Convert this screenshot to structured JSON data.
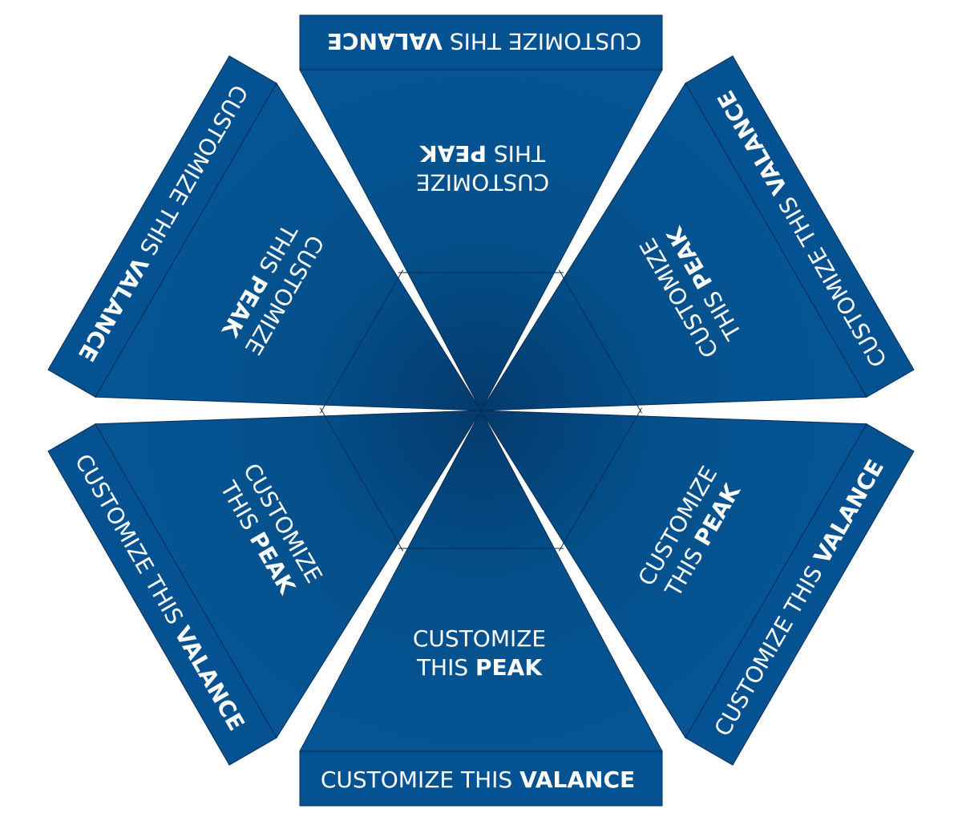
{
  "colors": {
    "panel": "#04508b",
    "panel_center": "#043a6c",
    "valance": "#055293",
    "outline": "#062d55",
    "text": "#ffffff"
  },
  "peak_label": {
    "regular": "CUSTOMIZE",
    "line2_prefix": "THIS ",
    "bold": "PEAK"
  },
  "valance_label": {
    "regular": "CUSTOMIZE THIS ",
    "bold": "VALANCE"
  },
  "panels": [
    {
      "id": "top"
    },
    {
      "id": "upper-right"
    },
    {
      "id": "lower-right"
    },
    {
      "id": "bottom"
    },
    {
      "id": "lower-left"
    },
    {
      "id": "upper-left"
    }
  ]
}
